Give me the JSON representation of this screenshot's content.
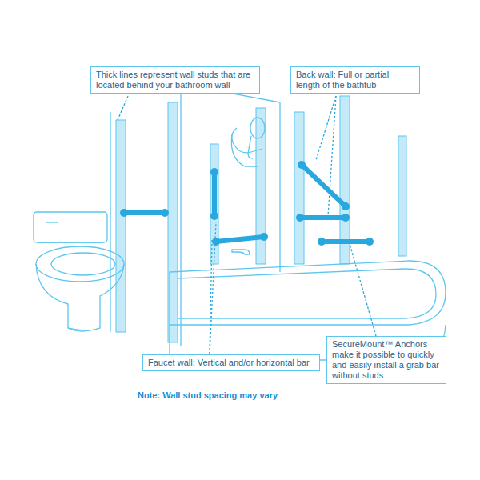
{
  "diagram": {
    "nodes": [
      {
        "text": [
          "Thick lines represent wall studs that are located behind your bathroom wall"
        ]
      },
      {
        "text": [
          "Back wall: Full or partial length of the bathtub"
        ]
      },
      {
        "text": [
          "Faucet wall: Vertical and/or horizontal bar"
        ]
      },
      {
        "text": [
          "SecureMount™ Anchors make it possible to quickly and easily install a grab bar without studs"
        ]
      }
    ],
    "labels": [
      "Note: Wall stud spacing may vary"
    ]
  }
}
